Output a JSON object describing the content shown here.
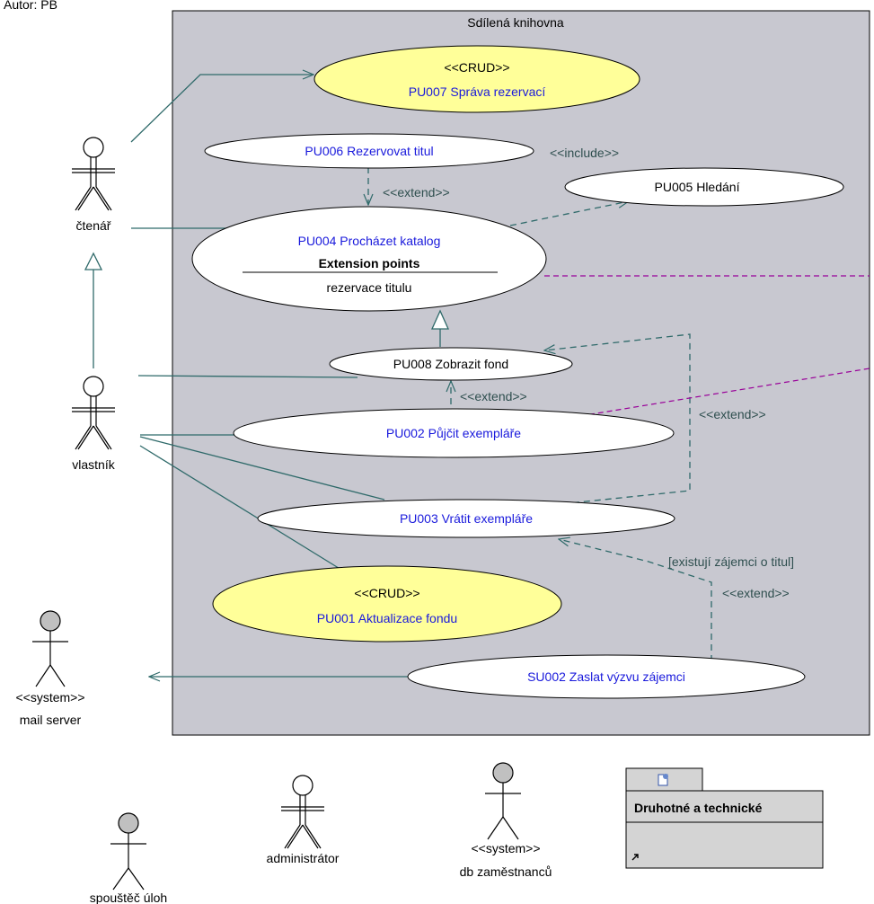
{
  "author": "Autor: PB",
  "system": {
    "name": "Sdílená knihovna"
  },
  "stereotypes": {
    "crud": "<<CRUD>>",
    "system": "<<system>>",
    "include": "<<include>>",
    "extend": "<<extend>>"
  },
  "use_cases": {
    "pu007": "PU007 Správa rezervací",
    "pu006": "PU006 Rezervovat titul",
    "pu005": "PU005 Hledání",
    "pu004": "PU004 Procházet katalog",
    "pu004_ep_title": "Extension points",
    "pu004_ep": "rezervace titulu",
    "pu008": "PU008 Zobrazit fond",
    "pu002": "PU002 Půjčit exempláře",
    "pu003": "PU003 Vrátit exempláře",
    "pu001": "PU001 Aktualizace fondu",
    "su002": "SU002 Zaslat výzvu zájemci"
  },
  "guard": "[existují zájemci o titul]",
  "actors": {
    "reader": "čtenář",
    "owner": "vlastník",
    "mail": "mail server",
    "scheduler": "spouštěč úloh",
    "admin": "administrátor",
    "db": "db zaměstnanců"
  },
  "package": {
    "name": "Druhotné a technické"
  },
  "colors": {
    "system_bg": "#c8c8d0",
    "crud_fill": "#ffff99",
    "link": "#2f6a6a",
    "purple": "#990099",
    "use_case_text": "#1a1adc"
  }
}
